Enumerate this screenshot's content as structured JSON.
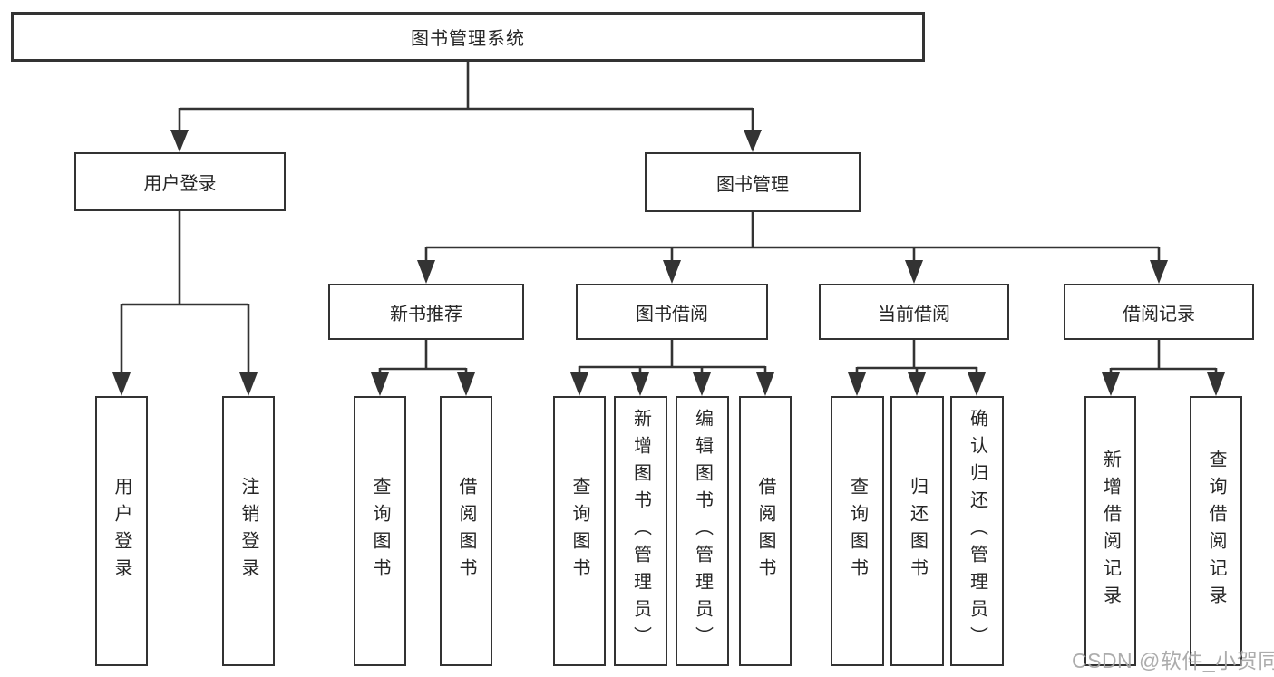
{
  "tree": {
    "root": "图书管理系统",
    "branches": [
      {
        "label": "用户登录",
        "children": [
          "用户登录",
          "注销登录"
        ]
      },
      {
        "label": "图书管理",
        "groups": [
          {
            "label": "新书推荐",
            "children": [
              "查询图书",
              "借阅图书"
            ]
          },
          {
            "label": "图书借阅",
            "children": [
              "查询图书",
              "新增图书（管理员）",
              "编辑图书（管理员）",
              "借阅图书"
            ]
          },
          {
            "label": "当前借阅",
            "children": [
              "查询图书",
              "归还图书",
              "确认归还（管理员）"
            ]
          },
          {
            "label": "借阅记录",
            "children": [
              "新增借阅记录",
              "查询借阅记录"
            ]
          }
        ]
      }
    ]
  },
  "watermark": {
    "text": "CSDN @软件_小贺同学",
    "color": "#a6a6a6"
  },
  "colors": {
    "line": "#333333",
    "text": "#262626",
    "background": "#ffffff"
  }
}
